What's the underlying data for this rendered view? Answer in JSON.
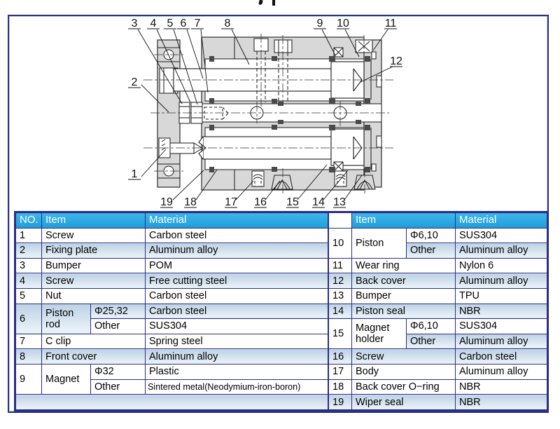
{
  "diagram": {
    "callout_labels": [
      "1",
      "2",
      "3",
      "4",
      "5",
      "6",
      "7",
      "8",
      "9",
      "10",
      "11",
      "12",
      "13",
      "14",
      "15",
      "16",
      "17",
      "18",
      "19"
    ]
  },
  "table": {
    "left": {
      "header": [
        {
          "t": "NO."
        },
        {
          "t": "Item",
          "span": 2
        },
        {
          "t": "Material"
        }
      ],
      "rows": [
        {
          "shade": "w",
          "cells": [
            {
              "t": "1"
            },
            {
              "t": "Screw",
              "span": 2
            },
            {
              "t": "Carbon steel"
            }
          ]
        },
        {
          "shade": "b",
          "cells": [
            {
              "t": "2"
            },
            {
              "t": "Fixing plate",
              "span": 2
            },
            {
              "t": "Aluminum alloy"
            }
          ]
        },
        {
          "shade": "w",
          "cells": [
            {
              "t": "3"
            },
            {
              "t": "Bumper",
              "span": 2
            },
            {
              "t": "POM"
            }
          ]
        },
        {
          "shade": "b",
          "cells": [
            {
              "t": "4"
            },
            {
              "t": "Screw",
              "span": 2
            },
            {
              "t": "Free cutting steel"
            }
          ]
        },
        {
          "shade": "w",
          "cells": [
            {
              "t": "5"
            },
            {
              "t": "Nut",
              "span": 2
            },
            {
              "t": "Carbon steel"
            }
          ]
        },
        {
          "shade": "b",
          "cells": [
            {
              "t": "6",
              "rspan": 2,
              "cls": "grad-b"
            },
            {
              "t": "Piston rod",
              "rspan": 2,
              "cls": "grad-b"
            },
            {
              "t": "Φ25,32"
            },
            {
              "t": "Carbon steel"
            }
          ]
        },
        {
          "shade": "w",
          "cells": [
            {
              "t": "Other"
            },
            {
              "t": "SUS304"
            }
          ]
        },
        {
          "shade": "w",
          "cells": [
            {
              "t": "7"
            },
            {
              "t": "C clip",
              "span": 2
            },
            {
              "t": "Spring steel"
            }
          ]
        },
        {
          "shade": "b",
          "cells": [
            {
              "t": "8"
            },
            {
              "t": "Front cover",
              "span": 2
            },
            {
              "t": "Aluminum alloy"
            }
          ]
        },
        {
          "shade": "w",
          "cells": [
            {
              "t": "9",
              "rspan": 2,
              "cls": "cell-w"
            },
            {
              "t": "Magnet",
              "rspan": 2,
              "cls": "cell-w"
            },
            {
              "t": "Φ32"
            },
            {
              "t": "Plastic"
            }
          ]
        },
        {
          "shade": "w",
          "cells": [
            {
              "t": "Other"
            },
            {
              "t": "Sintered metal(Neodymium-iron-boron)"
            }
          ]
        },
        {
          "shade": "b",
          "cells": [
            {
              "t": "",
              "span": 4
            }
          ]
        }
      ]
    },
    "right": {
      "header": [
        {
          "t": "",
          "blank": true
        },
        {
          "t": "Item",
          "span": 2
        },
        {
          "t": "Material"
        }
      ],
      "rows": [
        {
          "shade": "w",
          "cells": [
            {
              "t": "10",
              "rspan": 2,
              "cls": "grad-b"
            },
            {
              "t": "Piston",
              "rspan": 2,
              "cls": "grad-b"
            },
            {
              "t": "Φ6,10"
            },
            {
              "t": "SUS304"
            }
          ]
        },
        {
          "shade": "b",
          "cells": [
            {
              "t": "Other"
            },
            {
              "t": "Aluminum alloy"
            }
          ]
        },
        {
          "shade": "w",
          "cells": [
            {
              "t": "11"
            },
            {
              "t": "Wear ring",
              "span": 2
            },
            {
              "t": "Nylon 6"
            }
          ]
        },
        {
          "shade": "b",
          "cells": [
            {
              "t": "12"
            },
            {
              "t": "Back cover",
              "span": 2
            },
            {
              "t": "Aluminum alloy"
            }
          ]
        },
        {
          "shade": "w",
          "cells": [
            {
              "t": "13"
            },
            {
              "t": "Bumper",
              "span": 2
            },
            {
              "t": "TPU"
            }
          ]
        },
        {
          "shade": "b",
          "cells": [
            {
              "t": "14"
            },
            {
              "t": "Piston seal",
              "span": 2
            },
            {
              "t": "NBR"
            }
          ]
        },
        {
          "shade": "w",
          "cells": [
            {
              "t": "15",
              "rspan": 2,
              "cls": "grad-b"
            },
            {
              "t": "Magnet holder",
              "rspan": 2,
              "cls": "grad-b"
            },
            {
              "t": "Φ6,10"
            },
            {
              "t": "SUS304"
            }
          ]
        },
        {
          "shade": "b",
          "cells": [
            {
              "t": "Other"
            },
            {
              "t": "Aluminum alloy"
            }
          ]
        },
        {
          "shade": "b",
          "cells": [
            {
              "t": "16"
            },
            {
              "t": "Screw",
              "span": 2
            },
            {
              "t": "Carbon steel"
            }
          ]
        },
        {
          "shade": "w",
          "cells": [
            {
              "t": "17"
            },
            {
              "t": "Body",
              "span": 2
            },
            {
              "t": "Aluminum alloy"
            }
          ]
        },
        {
          "shade": "w",
          "cells": [
            {
              "t": "18"
            },
            {
              "t": "Back cover O−ring",
              "span": 2
            },
            {
              "t": "NBR"
            }
          ]
        },
        {
          "shade": "b",
          "cells": [
            {
              "t": "19"
            },
            {
              "t": "Wiper seal",
              "span": 2
            },
            {
              "t": "NBR"
            }
          ]
        }
      ]
    }
  },
  "colors": {
    "header_bg": "#29a9e1",
    "grid_border": "#2b2e83",
    "row_blue": "#bdd2e4",
    "metal_gray": "#d8d8d8",
    "page_border": "#2b2e83"
  }
}
